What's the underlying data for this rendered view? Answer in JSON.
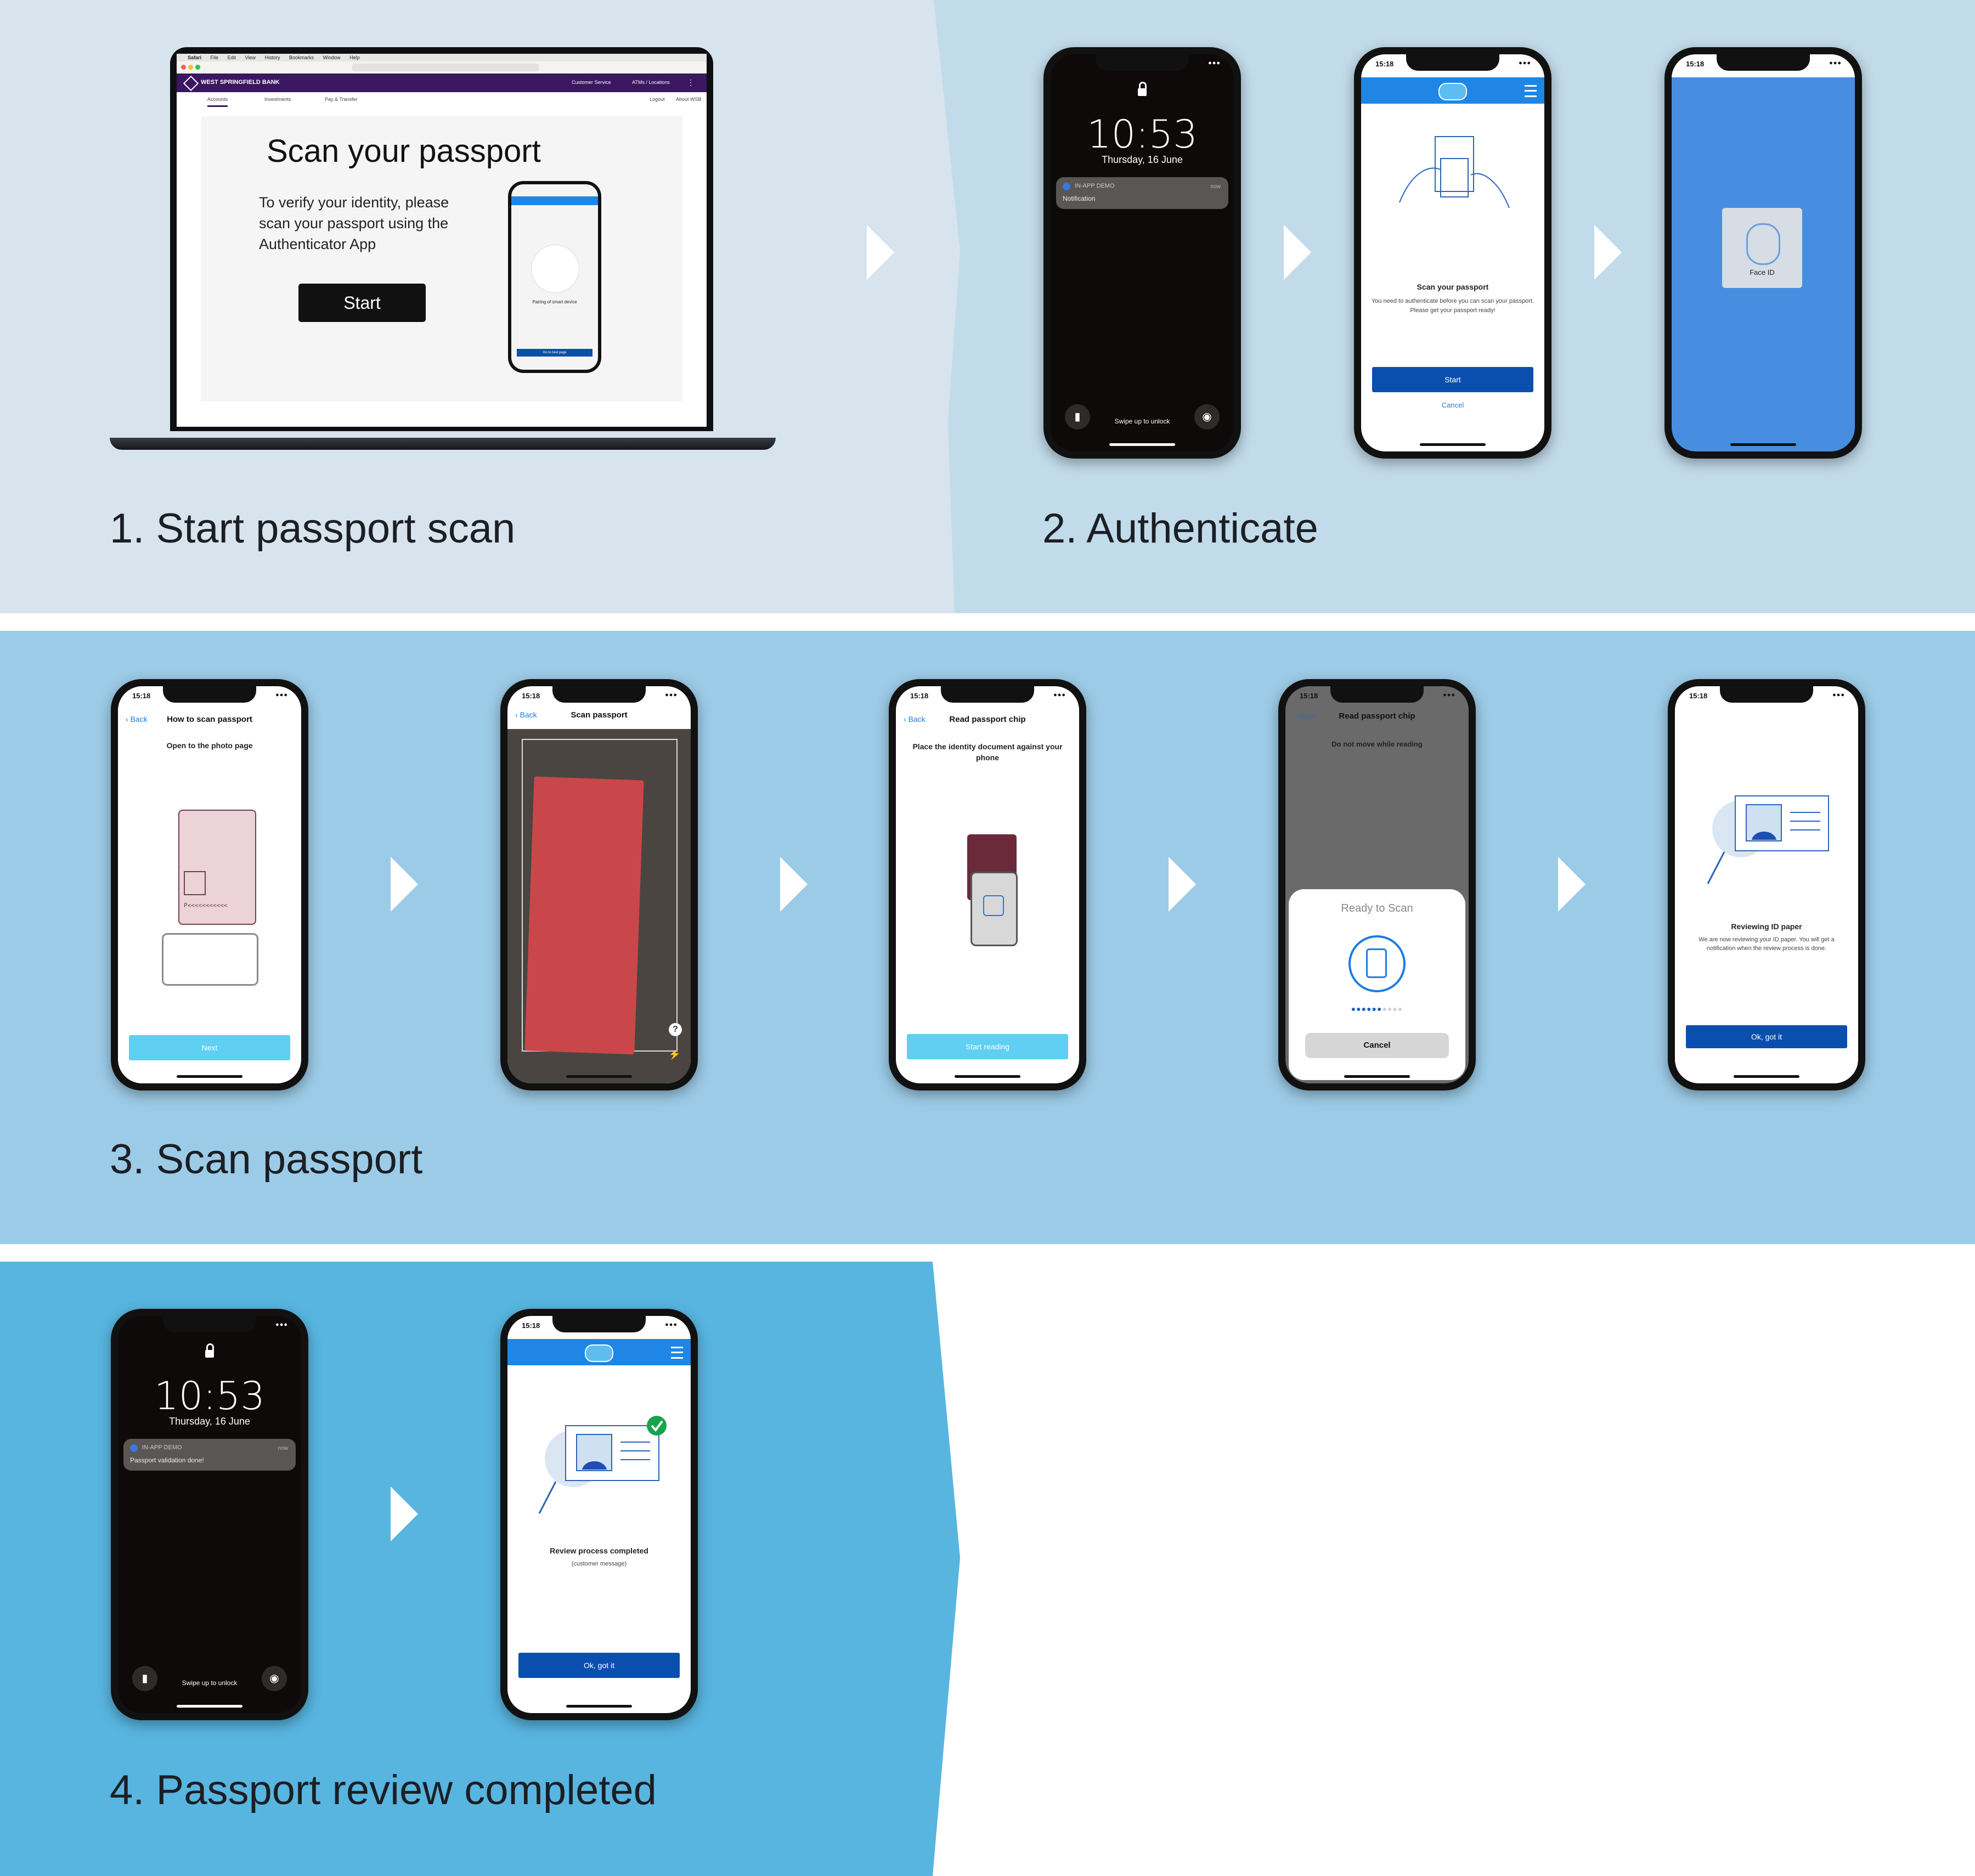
{
  "steps": {
    "s1": "1. Start passport scan",
    "s2": "2. Authenticate",
    "s3": "3. Scan passport",
    "s4": "4. Passport review completed"
  },
  "laptop": {
    "menubar": [
      "Safari",
      "File",
      "Edit",
      "View",
      "History",
      "Bookmarks",
      "Window",
      "Help"
    ],
    "bank_name": "WEST SPRINGFIELD BANK",
    "top_links": [
      "Customer Service",
      "ATMs / Locations"
    ],
    "nav_tabs": [
      "Accounts",
      "Investments",
      "Pay & Transfer"
    ],
    "nav_right": [
      "Logout",
      "About WSB"
    ],
    "heading": "Scan your passport",
    "body": "To verify your identity, please scan your passport using the Authenticator App",
    "start_label": "Start",
    "mini_caption": "Pairing of smart device",
    "mini_button": "Go to next page"
  },
  "lockscreen": {
    "time": "10:53",
    "date": "Thursday, 16 June",
    "app": "IN-APP DEMO",
    "now": "now",
    "swipe": "Swipe up to unlock",
    "notif1": "Notification",
    "notif2": "Passport validation done!"
  },
  "status_time": "15:18",
  "auth_screen": {
    "title": "Scan your passport",
    "body": "You need to authenticate before you can scan your passport. Please get your passport ready!",
    "start": "Start",
    "cancel": "Cancel"
  },
  "faceid_label": "Face ID",
  "back": "Back",
  "how_to": {
    "title": "How to scan passport",
    "subtitle": "Open to the photo page",
    "next": "Next"
  },
  "scan": {
    "title": "Scan passport"
  },
  "read_chip": {
    "title": "Read passport chip",
    "instruction": "Place the identity document against your phone",
    "start": "Start reading"
  },
  "ready_scan": {
    "title": "Read passport chip",
    "warning": "Do not move while reading",
    "sheet_title": "Ready to Scan",
    "cancel": "Cancel"
  },
  "reviewing": {
    "title": "Reviewing ID paper",
    "body": "We are now reviewing your ID paper. You will get a notification when the review process is done.",
    "ok": "Ok, got it"
  },
  "completed": {
    "title": "Review process completed",
    "body": "(customer message)",
    "ok": "Ok, got it"
  },
  "colors": {
    "band1": "#d8e4ed",
    "band2": "#c2dbea",
    "band3": "#9ccbe7",
    "band4": "#58b5e0",
    "primary": "#0b4fae",
    "light_button": "#5fcff2"
  }
}
